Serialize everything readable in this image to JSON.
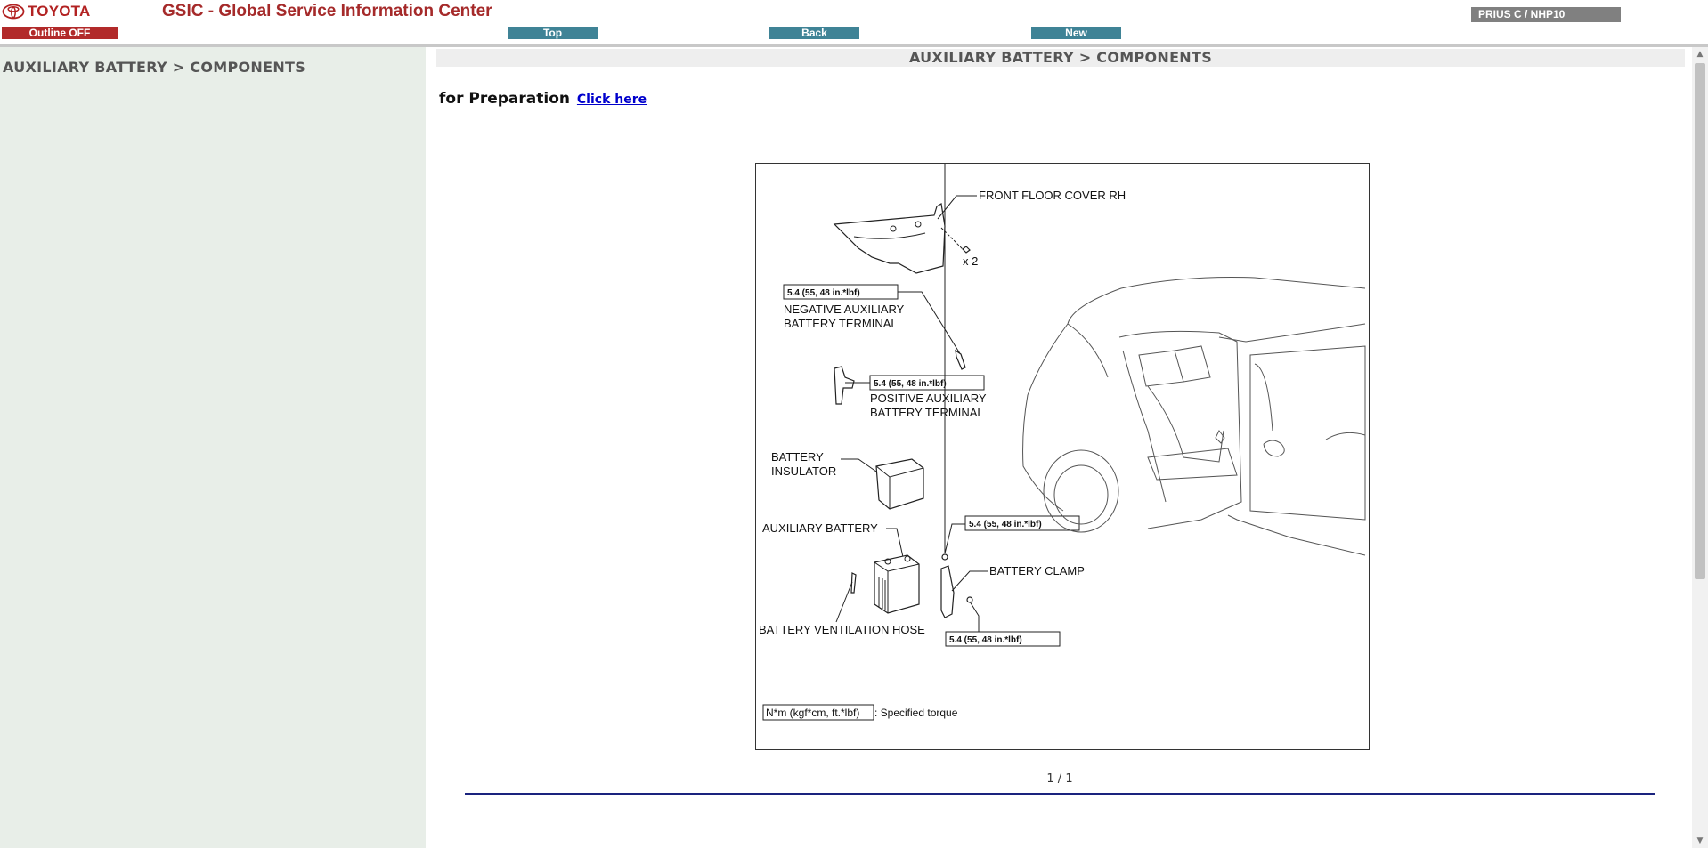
{
  "header": {
    "brand": "TOYOTA",
    "app_title": "GSIC - Global Service Information Center",
    "outline_label": "Outline OFF",
    "nav": {
      "top": "Top",
      "back": "Back",
      "new": "New"
    },
    "model": "PRIUS C / NHP10",
    "colors": {
      "brand_red": "#b22222",
      "nav_teal": "#3f8396",
      "badge_gray": "#808080"
    }
  },
  "sidebar": {
    "title": "AUXILIARY BATTERY > COMPONENTS"
  },
  "main": {
    "title": "AUXILIARY BATTERY > COMPONENTS",
    "prep_text": "for Preparation",
    "prep_link": "Click here",
    "pager": "1 / 1"
  },
  "diagram": {
    "labels": {
      "front_floor_cover": "FRONT FLOOR COVER RH",
      "qty": "x 2",
      "neg_terminal_1": "NEGATIVE AUXILIARY",
      "neg_terminal_2": "BATTERY TERMINAL",
      "pos_terminal_1": "POSITIVE AUXILIARY",
      "pos_terminal_2": "BATTERY TERMINAL",
      "insulator_1": "BATTERY",
      "insulator_2": "INSULATOR",
      "aux_battery": "AUXILIARY BATTERY",
      "clamp": "BATTERY CLAMP",
      "vent_hose": "BATTERY VENTILATION HOSE",
      "legend_unit": "N*m (kgf*cm, ft.*lbf)",
      "legend_text": ": Specified torque"
    },
    "torques": {
      "neg": "5.4 (55, 48 in.*lbf)",
      "pos": "5.4 (55, 48 in.*lbf)",
      "clamp_top": "5.4 (55, 48 in.*lbf)",
      "clamp_bottom": "5.4 (55, 48 in.*lbf)"
    }
  }
}
